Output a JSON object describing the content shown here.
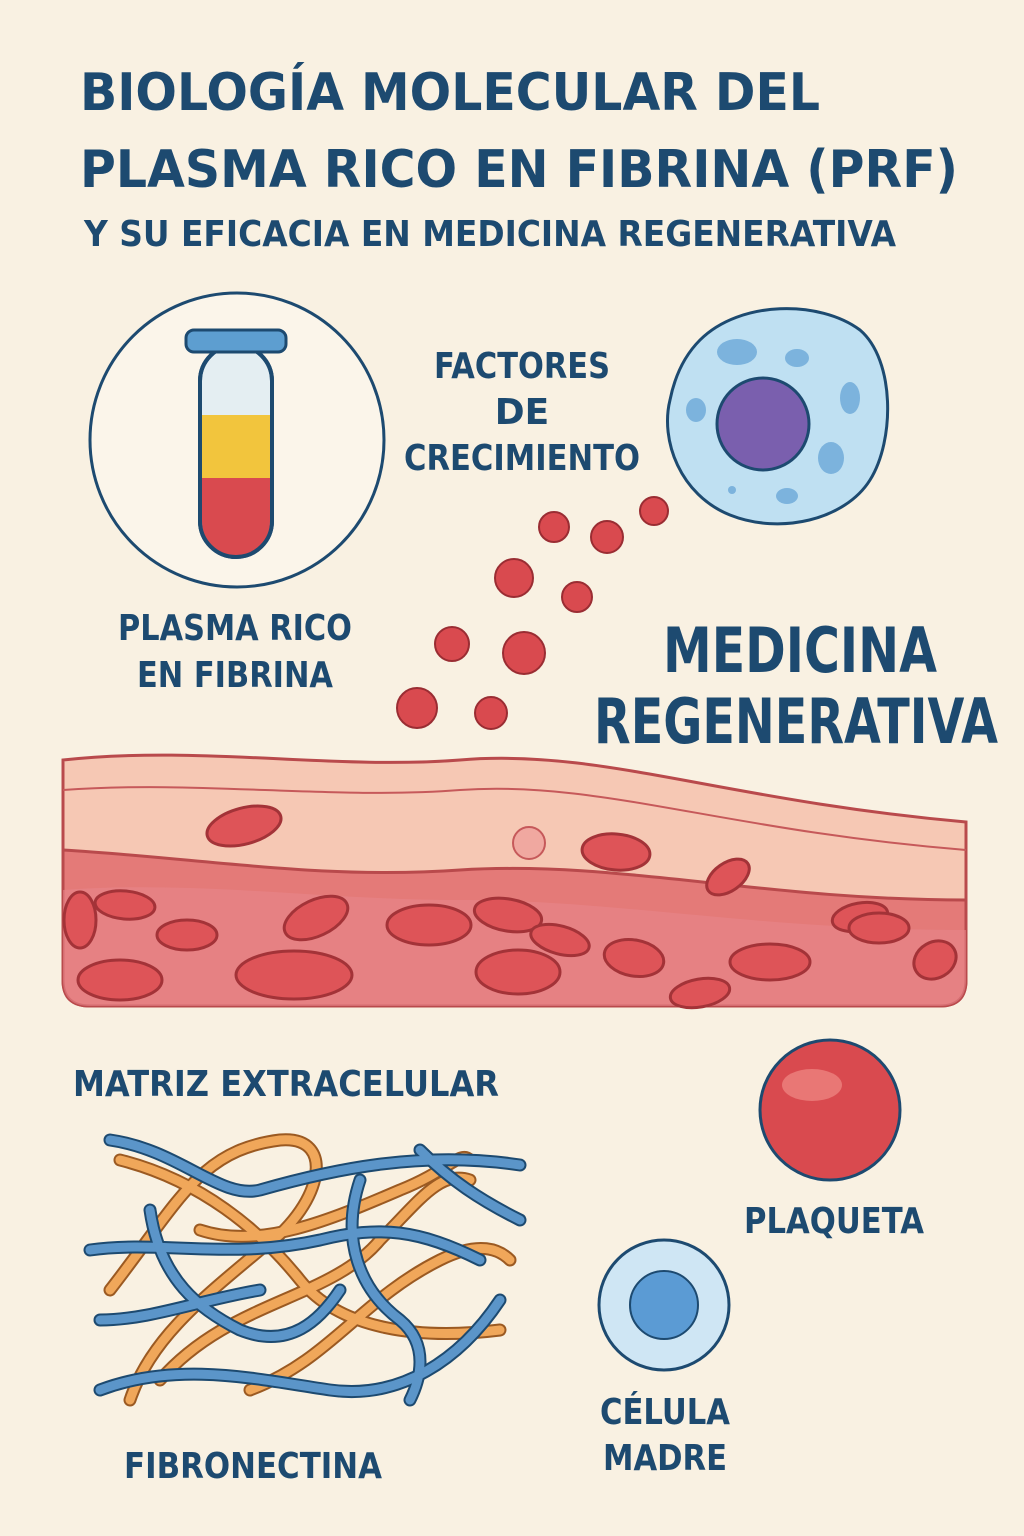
{
  "title": {
    "line1": "BIOLOGÍA MOLECULAR DEL",
    "line2": "PLASMA RICO EN FIBRINA (PRF)",
    "subtitle": "Y SU EFICACIA EN MEDICINA REGENERATIVA"
  },
  "labels": {
    "growth_factors": [
      "FACTORES",
      "DE",
      "CRECIMIENTO"
    ],
    "prf": [
      "PLASMA RICO",
      "EN FIBRINA"
    ],
    "regenerative": [
      "MEDICINA",
      "REGENERATIVA"
    ],
    "ecm": "MATRIZ EXTRACELULAR",
    "fibronectin": "FIBRONECTINA",
    "platelet": "PLAQUETA",
    "stem_cell": [
      "CÉLULA",
      "MADRE"
    ]
  },
  "colors": {
    "background": "#f9f1e2",
    "text": "#1d4a70",
    "red": "#d94a4f",
    "plasma": "#f2c53d",
    "cell_blue": "#bfe0f2",
    "nucleus": "#7a5fae",
    "fiber_blue": "#3d77ad",
    "fiber_orange": "#e9a050"
  }
}
